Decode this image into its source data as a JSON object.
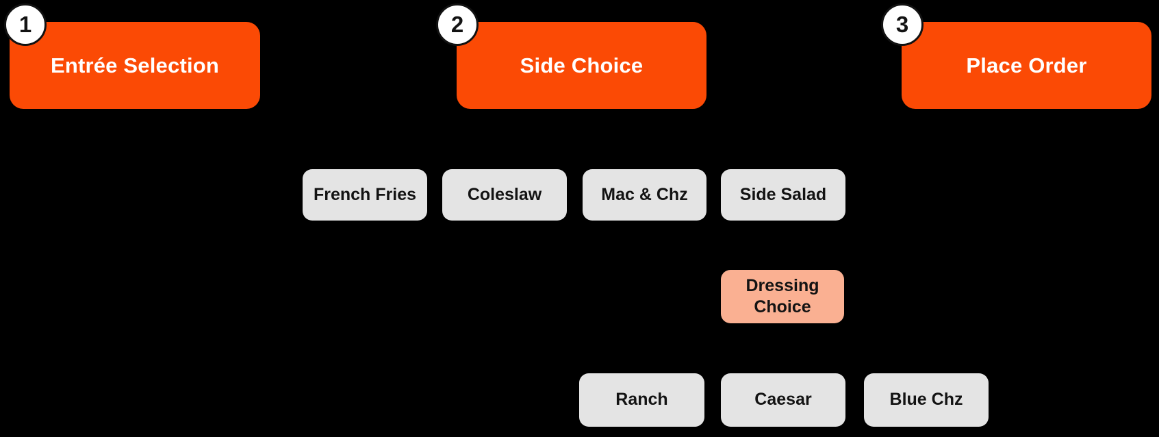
{
  "colors": {
    "background": "#000000",
    "step_fill": "#FB4A05",
    "step_text": "#FFFFFF",
    "option_fill": "#E4E4E4",
    "option_text": "#131313",
    "highlight_fill": "#FAB092",
    "badge_fill": "#FFFFFF",
    "badge_border": "#121212",
    "badge_text": "#131313"
  },
  "steps": [
    {
      "number": "1",
      "label": "Entrée Selection"
    },
    {
      "number": "2",
      "label": "Side Choice"
    },
    {
      "number": "3",
      "label": "Place Order"
    }
  ],
  "side_options": [
    {
      "label": "French Fries"
    },
    {
      "label": "Coleslaw"
    },
    {
      "label": "Mac & Chz"
    },
    {
      "label": "Side Salad"
    }
  ],
  "dressing_prompt": {
    "label": "Dressing Choice"
  },
  "dressing_options": [
    {
      "label": "Ranch"
    },
    {
      "label": "Caesar"
    },
    {
      "label": "Blue Chz"
    }
  ]
}
